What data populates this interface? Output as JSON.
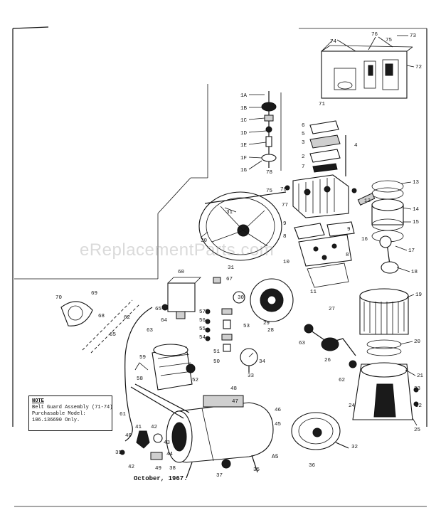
{
  "watermark": "eReplacementParts.com",
  "note": {
    "title": "NOTE",
    "lines": [
      "Belt Guard Assembly (71-74)",
      "Purchasable Model:",
      "106.136690 Only."
    ]
  },
  "footer_date": "October, 1967.",
  "labels": {
    "l1A": "1A",
    "l1B": "1B",
    "l1C": "1C",
    "l1D": "1D",
    "l1E": "1E",
    "l1F": "1F",
    "l1G": "1G",
    "l2": "2",
    "l3": "3",
    "l4": "4",
    "l5": "5",
    "l6": "6",
    "l7": "7",
    "l8": "8",
    "l9": "9",
    "l10": "10",
    "l11": "11",
    "l12": "12",
    "l13": "13",
    "l14": "14",
    "l15": "15",
    "l16": "16",
    "l17": "17",
    "l18": "18",
    "l19": "19",
    "l20": "20",
    "l21": "21",
    "l22": "22",
    "l23": "23",
    "l24": "24",
    "l25": "25",
    "l26": "26",
    "l27": "27",
    "l28": "28",
    "l29": "29",
    "l30": "30",
    "l31": "31",
    "l32": "32",
    "l33": "33",
    "l34": "34",
    "l35": "35",
    "l36": "36",
    "l37": "37",
    "l38": "38",
    "l39": "39",
    "l40": "40",
    "l41": "41",
    "l42": "42",
    "l43": "43",
    "l44": "44",
    "l45": "45",
    "l46": "46",
    "l47": "47",
    "l48": "48",
    "l49": "49",
    "l50": "50",
    "l51": "51",
    "l52": "52",
    "l53": "53",
    "l54": "54",
    "l55": "55",
    "l56": "56",
    "l57": "57",
    "l58": "58",
    "l59": "59",
    "l60": "60",
    "l61": "61",
    "l62": "62",
    "l63": "63",
    "l64": "64",
    "l65": "65",
    "l66": "66",
    "l67": "67",
    "l68": "68",
    "l69": "69",
    "l70": "70",
    "l71": "71",
    "l72": "72",
    "l73": "73",
    "l74": "74",
    "l75": "75",
    "l76": "76",
    "l77": "77",
    "l78": "78",
    "lA5": "A5"
  }
}
